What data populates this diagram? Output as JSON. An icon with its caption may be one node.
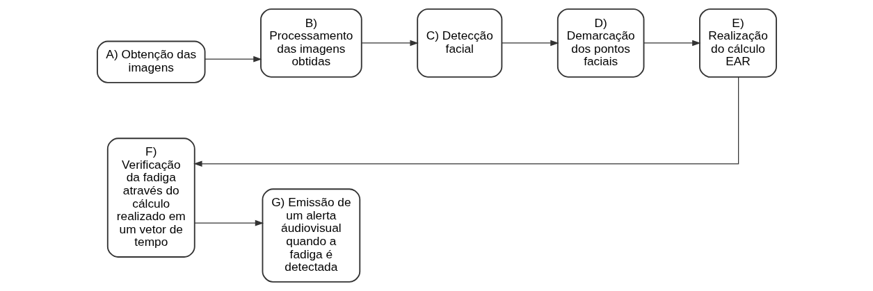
{
  "diagram": {
    "nodes": [
      {
        "text": [
          "A) Obtenção das imagens"
        ]
      },
      {
        "text": [
          "B) Processamento das imagens obtidas"
        ]
      },
      {
        "text": [
          "C) Detecção facial"
        ]
      },
      {
        "text": [
          "D) Demarcação dos pontos faciais"
        ]
      },
      {
        "text": [
          "E) Realização do cálculo EAR"
        ]
      },
      {
        "text": [
          "F) Verificação da fadiga através do cálculo realizado em um vetor de tempo"
        ]
      },
      {
        "text": [
          "G) Emissão de um alerta áudiovisual quando a fadiga é detectada"
        ]
      }
    ],
    "edges": [
      {
        "from": 0,
        "to": 1,
        "arrow": "to"
      },
      {
        "from": 1,
        "to": 2,
        "arrow": "to"
      },
      {
        "from": 2,
        "to": 3,
        "arrow": "to"
      },
      {
        "from": 3,
        "to": 4,
        "arrow": "to"
      },
      {
        "from": 4,
        "to": 5,
        "arrow": "to"
      },
      {
        "from": 5,
        "to": 6,
        "arrow": "to"
      }
    ]
  }
}
